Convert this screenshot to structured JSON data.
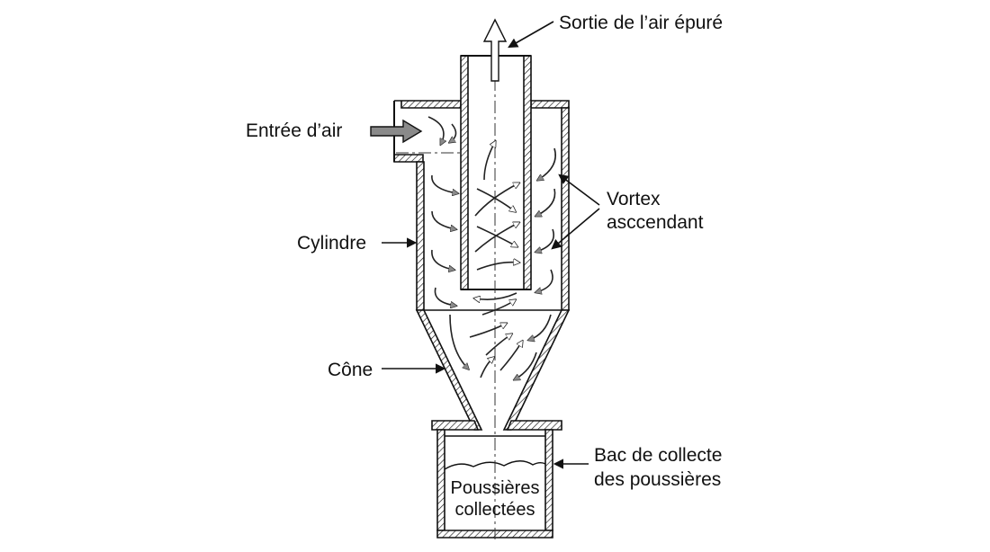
{
  "labels": {
    "outlet": "Sortie de l’air épuré",
    "inlet": "Entrée d’air",
    "vortex_line1": "Vortex",
    "vortex_line2": "asccendant",
    "cylinder": "Cylindre",
    "cone": "Cône",
    "bin_line1": "Bac de collecte",
    "bin_line2": "des poussières",
    "dust_line1": "Poussières",
    "dust_line2": "collectées"
  },
  "colors": {
    "line": "#111111",
    "flow_arrow_fill": "#8a8a8a",
    "background": "#ffffff"
  }
}
